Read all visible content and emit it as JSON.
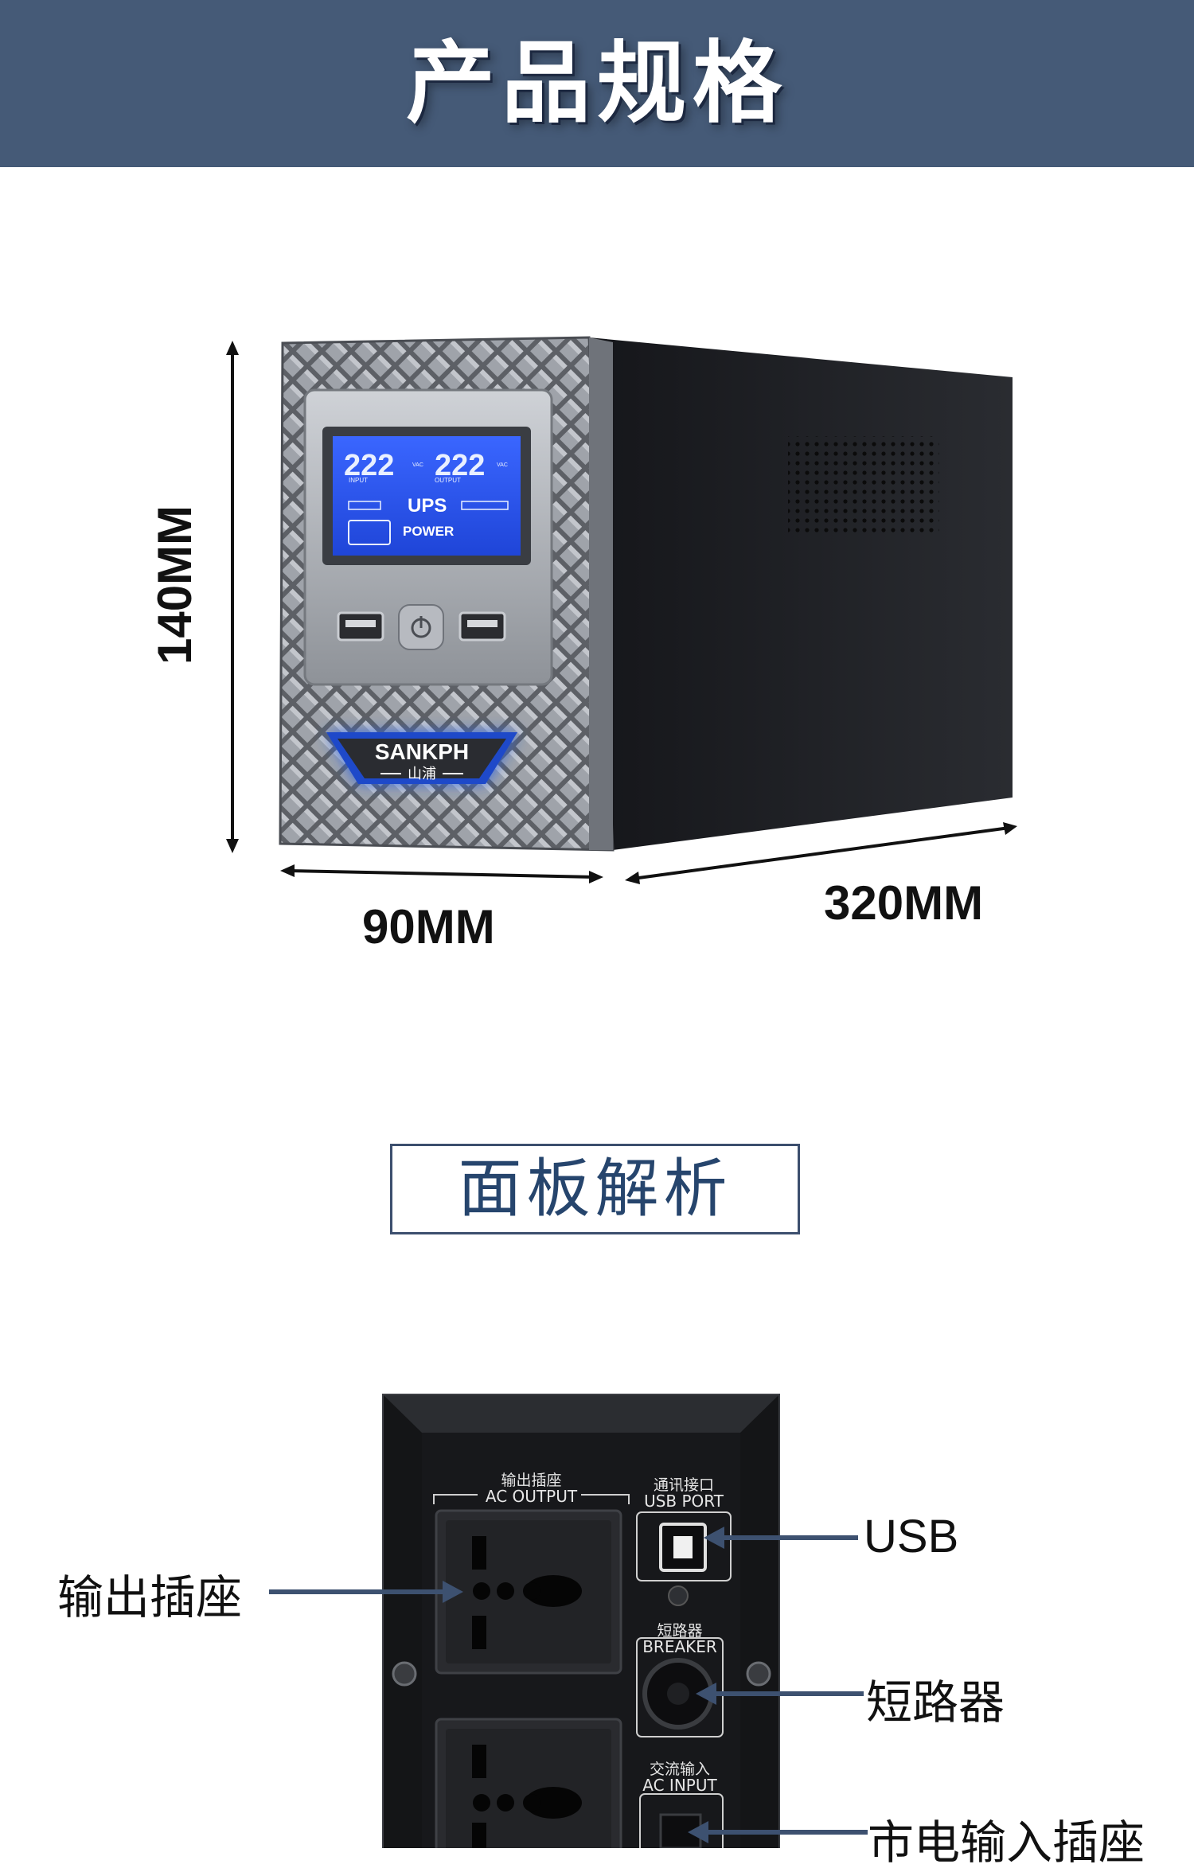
{
  "header": {
    "title": "产品规格"
  },
  "product": {
    "lcd": {
      "input_value": "222",
      "output_value": "222",
      "unit": "VAC",
      "input_label": "INPUT",
      "output_label": "OUTPUT",
      "mode_label": "UPS",
      "power_label": "POWER"
    },
    "brand": {
      "name": "SANKPH",
      "chinese_name": "山浦"
    }
  },
  "dimensions": {
    "height": "140MM",
    "width": "90MM",
    "depth": "320MM"
  },
  "section": {
    "title": "面板解析"
  },
  "rear_panel": {
    "ac_output_cn": "输出插座",
    "ac_output_en": "AC OUTPUT",
    "usb_cn": "通讯接口",
    "usb_en": "USB PORT",
    "breaker_cn": "短路器",
    "breaker_en": "BREAKER",
    "ac_input_cn": "交流输入",
    "ac_input_en": "AC INPUT"
  },
  "callouts": {
    "output_socket": "输出插座",
    "usb": "USB",
    "breaker": "短路器",
    "mains_input": "市电输入插座"
  },
  "colors": {
    "header_bg": "#455a77",
    "lcd_blue": "#2f5cf2",
    "accent_blue": "#2b63e6",
    "section_text": "#26456d"
  }
}
